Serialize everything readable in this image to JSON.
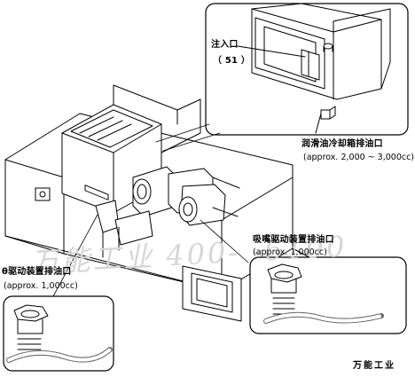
{
  "labels": {
    "oil_fill_port": "注入口",
    "oil_fill_num": "（ 51 ）",
    "lube_drain": "润滑油冷却箱排油口",
    "lube_drain_cap": "(approx. 2,000 ~ 3,000cc)",
    "nozzle_drain": "吸嘴驱动装置排油口",
    "nozzle_drain_cap": "(approx. 1,000cc)",
    "theta_drain": "θ驱动装置排油口",
    "theta_drain_cap": "(approx. 1,000cc)"
  },
  "watermark": "万能工业 400-    -6100",
  "brand": "万能工业"
}
